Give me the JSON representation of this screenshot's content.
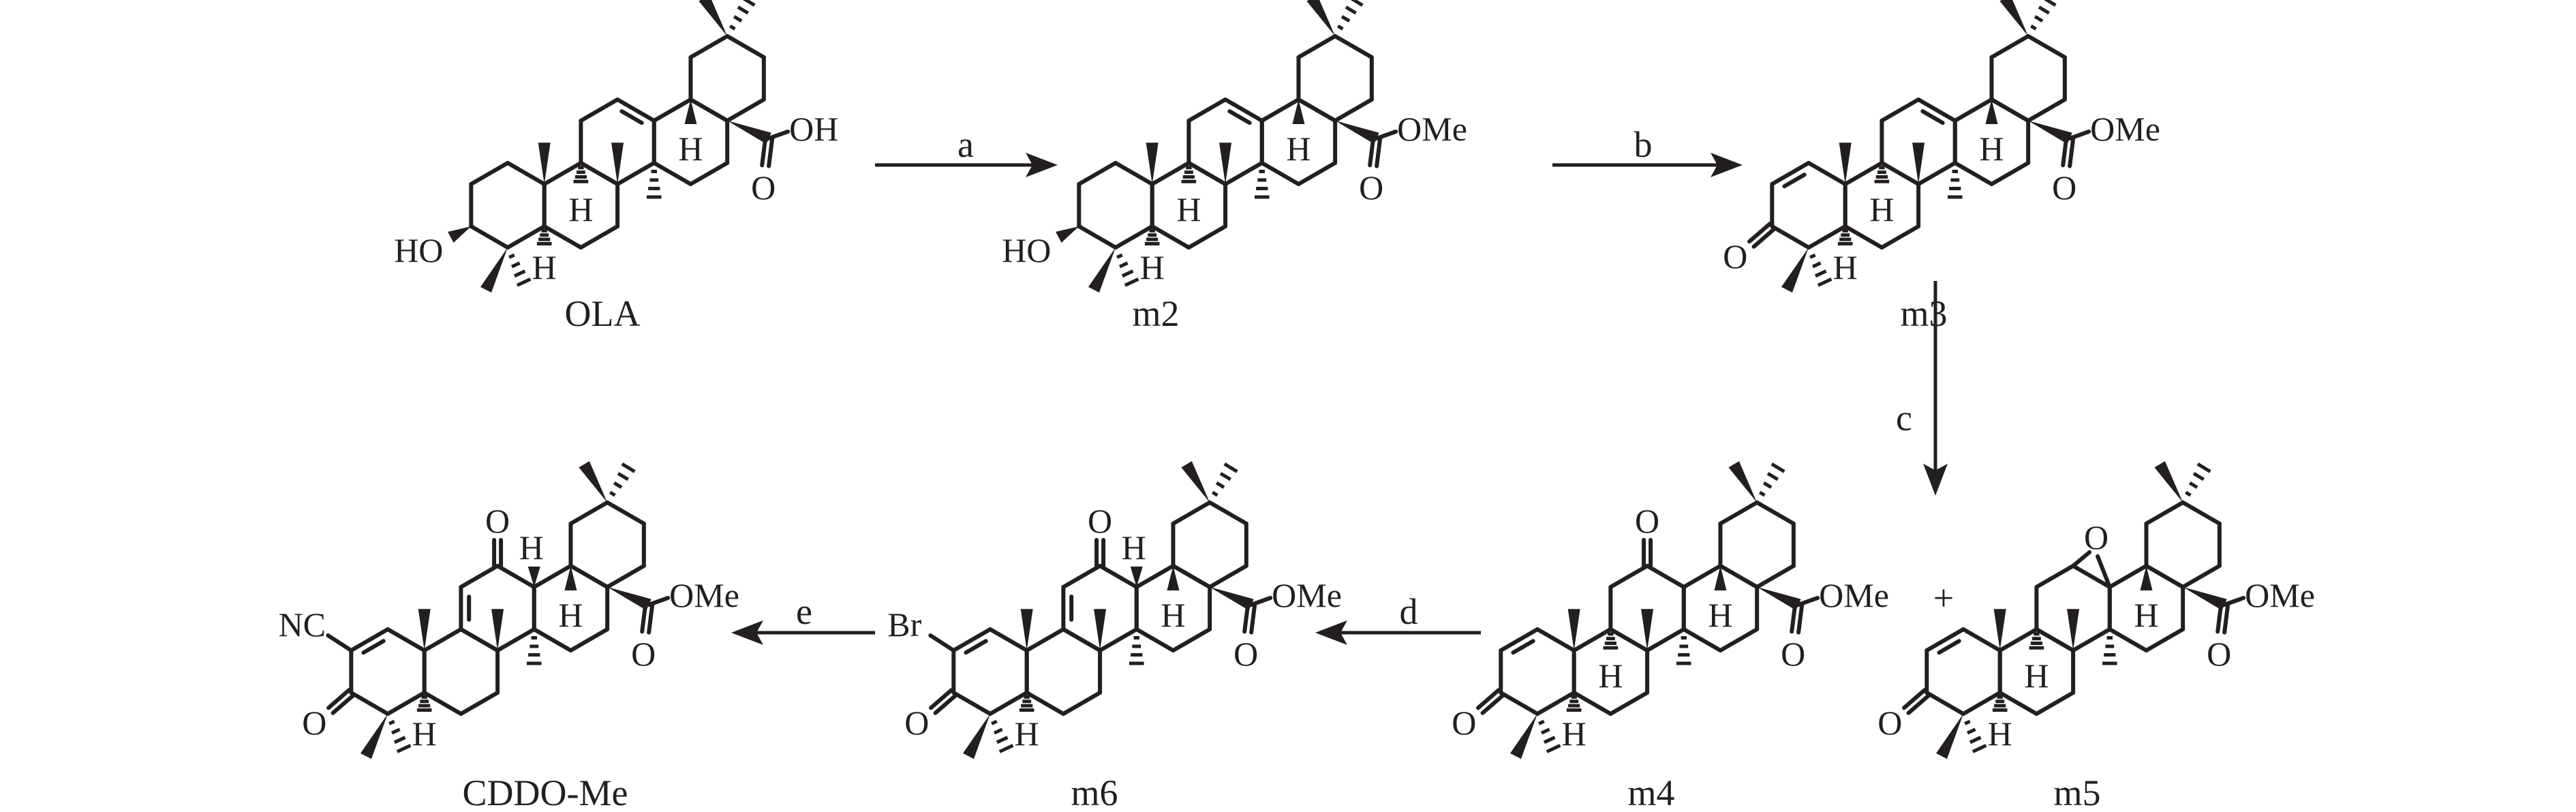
{
  "title": "Synthesis route from oleanolic acid to CDDO-Me",
  "molecules": [
    {
      "name": "OLA",
      "c3_label": "HO",
      "ester_label": "OH",
      "ester_o": "O",
      "h5": "H",
      "h9": "H",
      "h18": "H"
    },
    {
      "name": "m2",
      "c3_label": "HO",
      "ester_label": "OMe",
      "ester_o": "O",
      "h5": "H",
      "h9": "H",
      "h18": "H"
    },
    {
      "name": "m3",
      "c3_label": "O",
      "ester_label": "OMe",
      "ester_o": "O",
      "h5": "H",
      "h9": "H",
      "h18": "H"
    },
    {
      "name": "m4",
      "c3_label": "O",
      "ester_label": "OMe",
      "ester_o": "O",
      "h5": "H",
      "h9": "H",
      "h18": "H",
      "c12_o": "O"
    },
    {
      "name": "m5",
      "c3_label": "O",
      "ester_label": "OMe",
      "ester_o": "O",
      "h5": "H",
      "h9": "H",
      "h18": "H",
      "epoxide_o": "O"
    },
    {
      "name": "m6",
      "c3_label": "O",
      "c2_label": "Br",
      "ester_label": "OMe",
      "ester_o": "O",
      "h5": "H",
      "h18": "H",
      "h13": "H",
      "c12_o": "O"
    },
    {
      "name": "CDDO-Me",
      "c3_label": "O",
      "c2_label": "NC",
      "ester_label": "OMe",
      "ester_o": "O",
      "h5": "H",
      "h18": "H",
      "h13": "H",
      "c12_o": "O"
    }
  ],
  "arrows": [
    {
      "label": "a"
    },
    {
      "label": "b"
    },
    {
      "label": "c"
    },
    {
      "label": "d"
    },
    {
      "label": "e"
    }
  ],
  "plus": "+"
}
